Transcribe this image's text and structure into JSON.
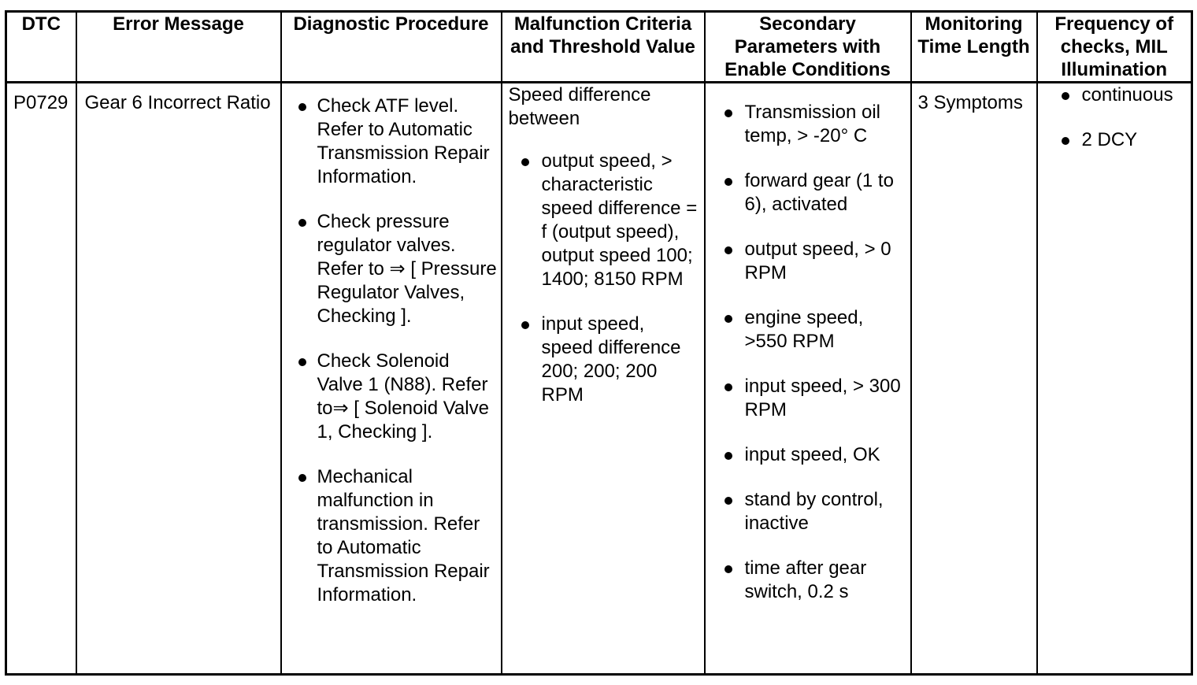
{
  "table": {
    "columns": [
      {
        "key": "dtc",
        "header": "DTC"
      },
      {
        "key": "error",
        "header": "Error Message"
      },
      {
        "key": "diag",
        "header": "Diagnostic Procedure"
      },
      {
        "key": "malf",
        "header": "Malfunction Criteria and Threshold Value"
      },
      {
        "key": "sec",
        "header": "Secondary Parameters with Enable Conditions"
      },
      {
        "key": "mon",
        "header": "Monitoring Time Length"
      },
      {
        "key": "freq",
        "header": "Frequency of checks, MIL Illumination"
      }
    ],
    "row": {
      "dtc": "P0729",
      "error_message": "Gear 6 Incorrect Ratio",
      "diagnostic_procedure": [
        "Check ATF level. Refer to Automatic Transmission Repair Information.",
        "Check pressure regulator valves. Refer to ⇒ [ Pressure Regulator Valves, Checking ].",
        "Check Solenoid Valve 1 (N88). Refer to⇒ [ Solenoid Valve 1, Checking ].",
        "Mechanical malfunction in transmission. Refer to Automatic Transmission Repair Information."
      ],
      "malfunction_criteria": {
        "lead": "Speed difference between",
        "bullets": [
          "output speed, > characteristic speed difference = f (output speed), output speed 100; 1400; 8150 RPM",
          "input speed, speed difference 200; 200; 200 RPM"
        ]
      },
      "secondary_parameters": [
        "Transmission oil temp, > -20° C",
        "forward gear (1 to 6), activated",
        "output speed, > 0 RPM",
        "engine speed, >550 RPM",
        "input speed, > 300 RPM",
        "input speed, OK",
        "stand by control, inactive",
        "time after gear switch, 0.2 s"
      ],
      "monitoring_time_length": "3 Symptoms",
      "frequency_of_checks": [
        "continuous",
        "2 DCY"
      ]
    }
  },
  "style": {
    "border_color": "#000000",
    "text_color": "#000000",
    "background": "#ffffff"
  }
}
